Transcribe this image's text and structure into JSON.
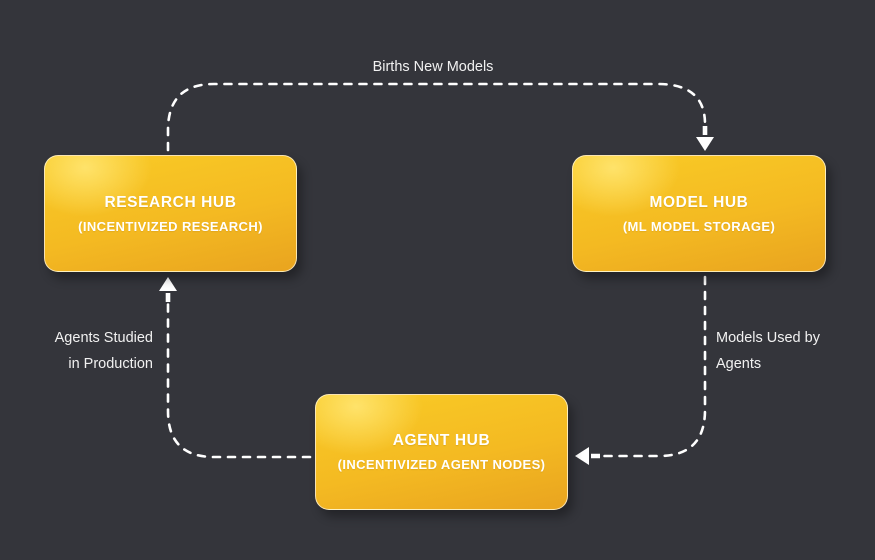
{
  "diagram": {
    "nodes": [
      {
        "id": "research-hub",
        "title": "RESEARCH HUB",
        "subtitle": "(INCENTIVIZED RESEARCH)"
      },
      {
        "id": "model-hub",
        "title": "MODEL HUB",
        "subtitle": "(ML MODEL STORAGE)"
      },
      {
        "id": "agent-hub",
        "title": "AGENT HUB",
        "subtitle": "(INCENTIVIZED AGENT NODES)"
      }
    ],
    "edges": [
      {
        "from": "research-hub",
        "to": "model-hub",
        "label": "Births New Models"
      },
      {
        "from": "model-hub",
        "to": "agent-hub",
        "label_lines": [
          "Models Used by",
          "Agents"
        ]
      },
      {
        "from": "agent-hub",
        "to": "research-hub",
        "label_lines": [
          "Agents Studied",
          "in Production"
        ]
      }
    ],
    "colors": {
      "background": "#34353b",
      "node_gradient_top": "#f9cb26",
      "node_gradient_bottom": "#e9a41f",
      "node_highlight": "#ffe46e",
      "node_border": "#ffffff",
      "edge_line": "#ffffff",
      "text": "#ffffff",
      "label_text": "#f1f1f1"
    }
  }
}
